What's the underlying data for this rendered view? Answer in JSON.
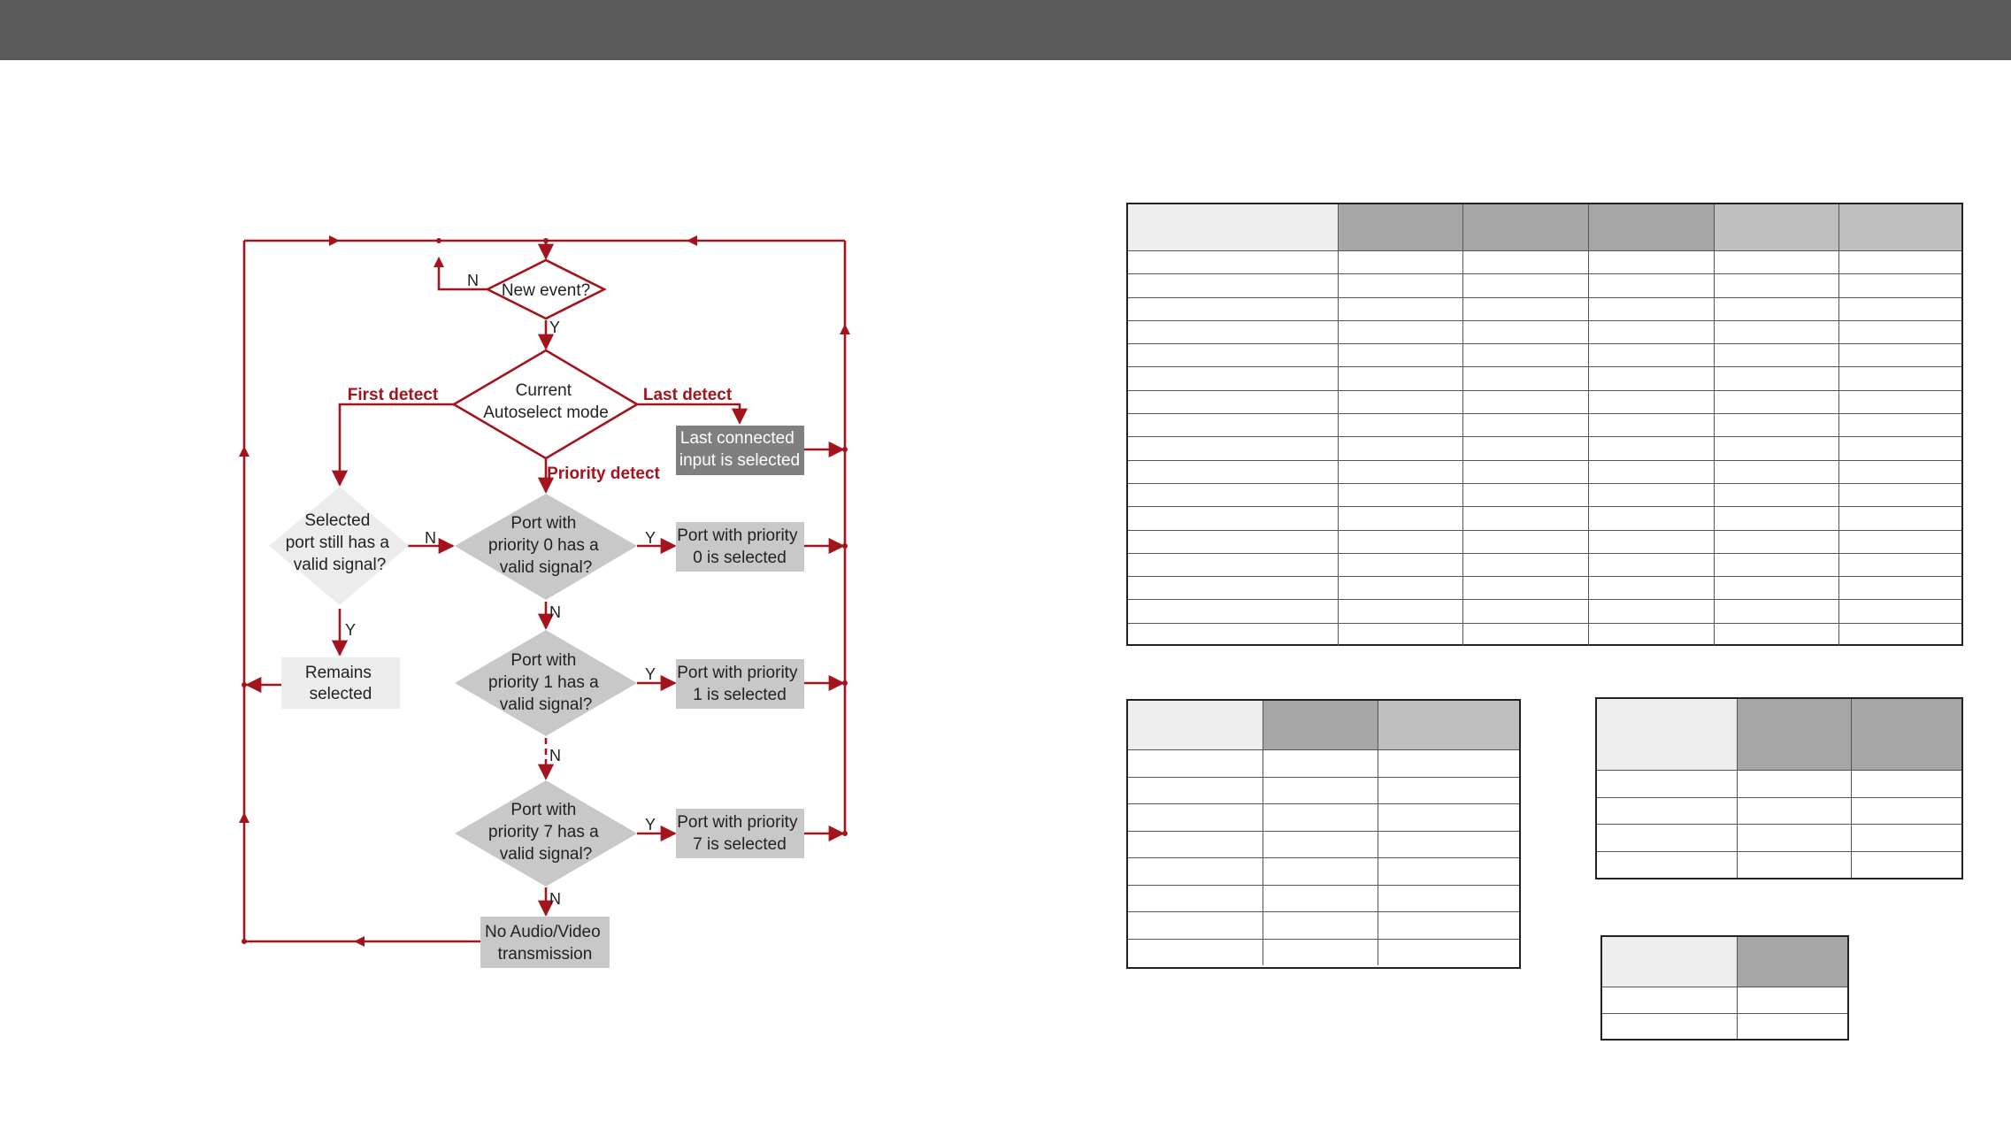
{
  "colors": {
    "topbar": "#595959",
    "flow_line": "#a3141c",
    "box_dark": "#7f7f7f",
    "box_mid": "#c8c8c8",
    "box_light": "#ececec",
    "table_head_dark": "#a6a6a6",
    "table_head_light": "#bfbfbf",
    "table_head_first": "#eeeeee"
  },
  "flowchart": {
    "new_event": [
      "New event?"
    ],
    "mode": [
      "Current",
      "Autoselect mode"
    ],
    "label_first_detect": "First detect",
    "label_last_detect": "Last detect",
    "label_priority_detect": "Priority detect",
    "last_connected": [
      "Last connected",
      "input is selected"
    ],
    "selected_valid": [
      "Selected",
      "port still has a",
      "valid signal?"
    ],
    "remains_selected": [
      "Remains",
      "selected"
    ],
    "p0_question": [
      "Port with",
      "priority 0 has a",
      "valid signal?"
    ],
    "p0_selected": [
      "Port with priority",
      "0 is selected"
    ],
    "p1_question": [
      "Port with",
      "priority 1 has a",
      "valid signal?"
    ],
    "p1_selected": [
      "Port with priority",
      "1 is selected"
    ],
    "p7_question": [
      "Port with",
      "priority 7 has a",
      "valid signal?"
    ],
    "p7_selected": [
      "Port with priority",
      "7 is selected"
    ],
    "no_av": [
      "No Audio/Video",
      "transmission"
    ],
    "yes": "Y",
    "no": "N"
  }
}
